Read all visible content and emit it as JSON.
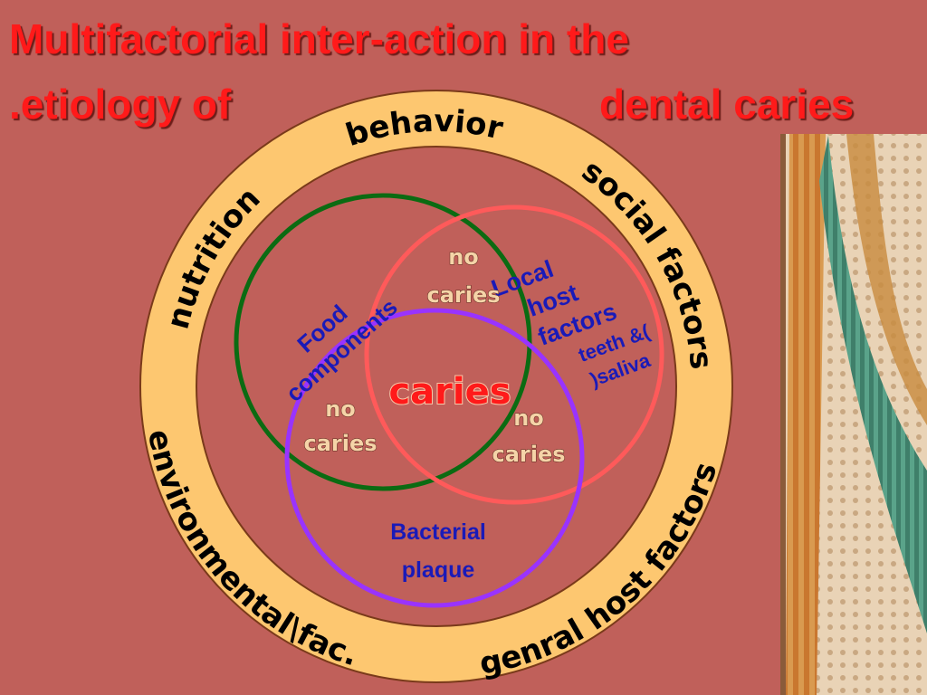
{
  "title": {
    "line1": "Multifactorial inter-action in the",
    "line2_left": ".etiology of",
    "line2_right": "dental caries"
  },
  "outer_ring": {
    "labels": {
      "behavior": "behavior",
      "social_factors": "social factors",
      "general_host_factors": "genral host factors",
      "environmental": "environmental\\fac.",
      "nutrition": "nutrition"
    },
    "fill_color": "#fdc770"
  },
  "circles": {
    "food": {
      "label_line1": "Food",
      "label_line2": "components",
      "color": "#0b6b12"
    },
    "host": {
      "label_line1": "Local",
      "label_line2": "host",
      "label_line3": "factors",
      "label_line4": "teeth &(",
      "label_line5": ")saliva",
      "color": "#ff5a5a"
    },
    "bacteria": {
      "label_line1": "Bacterial",
      "label_line2": "plaque",
      "color": "#9933ff"
    }
  },
  "overlaps": {
    "top": {
      "line1": "no",
      "line2": "caries"
    },
    "left": {
      "line1": "no",
      "line2": "caries"
    },
    "right": {
      "line1": "no",
      "line2": "caries"
    },
    "center": "caries"
  },
  "colors": {
    "background": "#c0605a",
    "title": "#ff1a1a",
    "inner_label": "#1a1ab8"
  }
}
